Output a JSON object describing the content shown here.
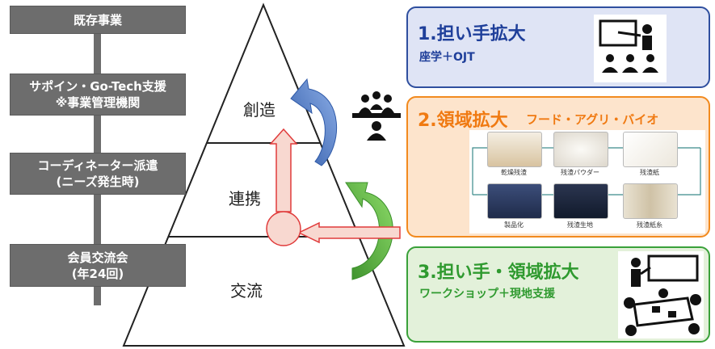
{
  "left_chain": [
    {
      "line1": "既存事業",
      "line2": ""
    },
    {
      "line1": "サポイン・Go-Tech支援",
      "line2": "※事業管理機関"
    },
    {
      "line1": "コーディネーター派遣",
      "line2": "(ニーズ発生時)"
    },
    {
      "line1": "会員交流会",
      "line2": "(年24回)"
    }
  ],
  "pyramid": {
    "top": "創造",
    "middle": "連携",
    "bottom": "交流"
  },
  "panels": {
    "p1": {
      "title": "1.担い手拡大",
      "subtitle": "座学＋OJT"
    },
    "p2": {
      "title": "2.領域拡大",
      "subtitle": "フード・アグリ・バイオ",
      "process": [
        "乾燥残渣",
        "残渣パウダー",
        "残渣紙",
        "製品化",
        "残渣生地",
        "残渣紙糸"
      ]
    },
    "p3": {
      "title": "3.担い手・領域拡大",
      "subtitle": "ワークショップ＋現地支援"
    }
  },
  "colors": {
    "gray_box": "#6d6d6d",
    "panel1_fill": "#dfe4f5",
    "panel1_border": "#2f4f9f",
    "panel1_text": "#1f3f9a",
    "panel2_fill": "#fde4cc",
    "panel2_border": "#f28a1e",
    "panel2_text": "#f07a12",
    "panel3_fill": "#e3f1da",
    "panel3_border": "#3aa13a",
    "panel3_text": "#2f9a2f",
    "red_arrow": "#e03b3b",
    "blue_arrow": "#3a66b8",
    "green_arrow": "#3aa13a"
  },
  "icons": [
    "teacher-icon",
    "meeting-icon",
    "workshop-icon"
  ]
}
